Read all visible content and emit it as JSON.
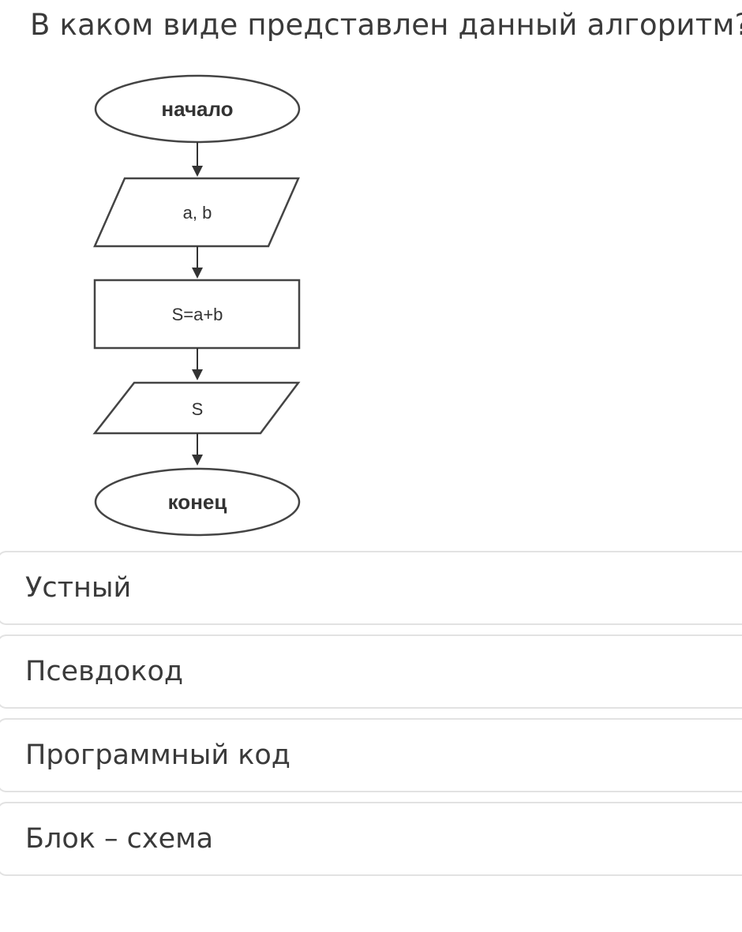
{
  "question": {
    "title": "В каком виде представлен данный алгоритм?"
  },
  "flowchart": {
    "start_label": "начало",
    "input_label": "a, b",
    "process_label": "S=a+b",
    "output_label": "S",
    "end_label": "конец"
  },
  "options": [
    {
      "label": "Устный"
    },
    {
      "label": "Псевдокод"
    },
    {
      "label": "Программный код"
    },
    {
      "label": "Блок – схема"
    }
  ]
}
